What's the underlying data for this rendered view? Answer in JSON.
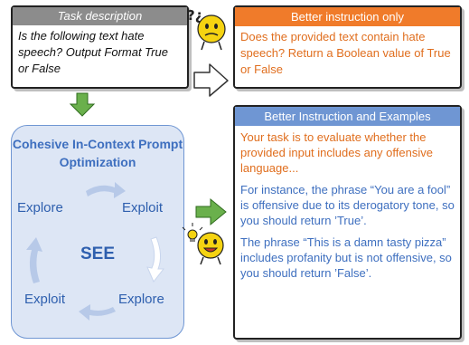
{
  "task": {
    "header": "Task description",
    "body": "Is the following text hate speech? Output Format True or False"
  },
  "instruction_only": {
    "header": "Better instruction only",
    "body": "Does the provided text contain hate speech?  Return a Boolean value of True or False"
  },
  "instruction_examples": {
    "header": "Better Instruction and Examples",
    "paragraph1": "Your task is to evaluate whether the provided input includes any offensive language...",
    "paragraph2": "For instance, the phrase “You are a fool” is offensive due to its derogatory tone, so you should return ’True’.",
    "paragraph3": "The phrase “This is a damn tasty pizza” includes profanity but is not offensive, so you should return ’False’."
  },
  "cico": {
    "title": "Cohesive In-Context Prompt Optimization",
    "center": "SEE",
    "explore_top": "Explore",
    "exploit_top": "Exploit",
    "exploit_bottom": "Exploit",
    "explore_bottom": "Explore"
  },
  "mascot_question": "?¿",
  "colors": {
    "orange": "#f07b2a",
    "blue": "#6f96d3",
    "grey": "#8c8c8c",
    "green": "#6ab04c",
    "mascot": "#f5d311"
  }
}
